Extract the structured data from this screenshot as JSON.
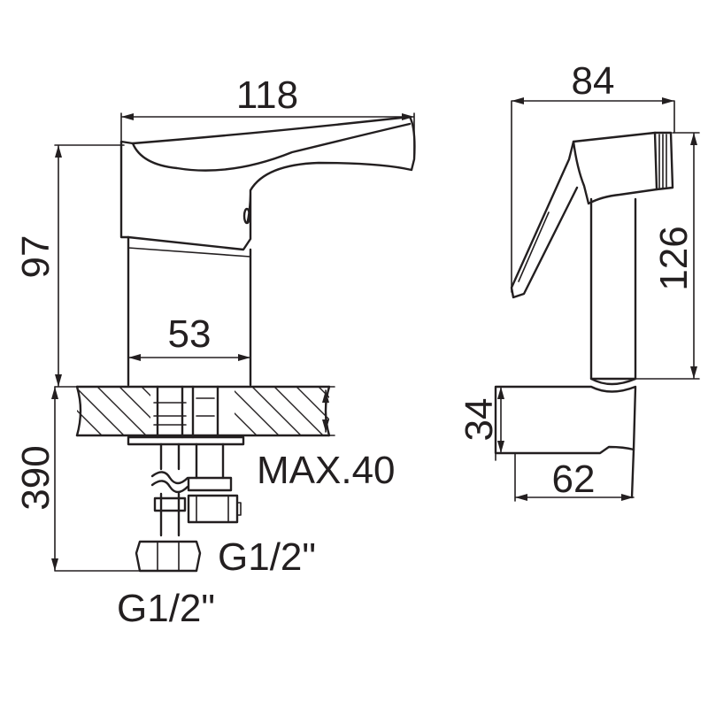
{
  "dimensions": {
    "faucet_width": "118",
    "faucet_height": "97",
    "base_width": "53",
    "pipe_length": "390",
    "sprayer_width": "84",
    "sprayer_height": "126",
    "holder_height": "34",
    "holder_width": "62"
  },
  "labels": {
    "max_thickness": "MAX.40",
    "thread_inlet_1": "G1/2\"",
    "thread_inlet_2": "G1/2\""
  }
}
